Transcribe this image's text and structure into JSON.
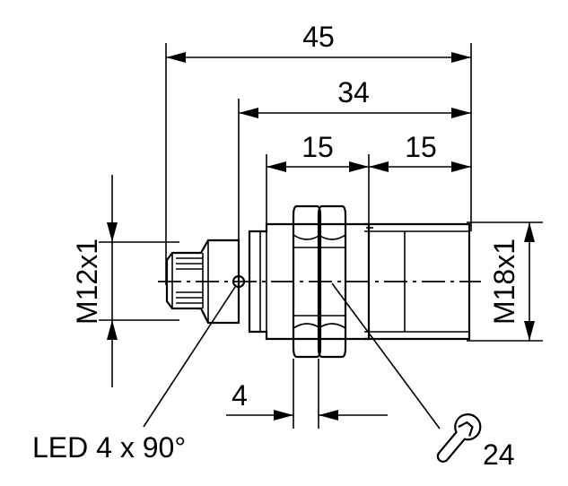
{
  "dimensions": {
    "overall_length": "45",
    "threaded_length": "34",
    "thread_segment_a": "15",
    "thread_segment_b": "15",
    "nut_thickness": "4",
    "connector_thread": "M12x1",
    "housing_thread": "M18x1",
    "wrench_size": "24"
  },
  "labels": {
    "led": "LED 4 x 90°"
  },
  "icons": {
    "wrench": "wrench-icon"
  }
}
